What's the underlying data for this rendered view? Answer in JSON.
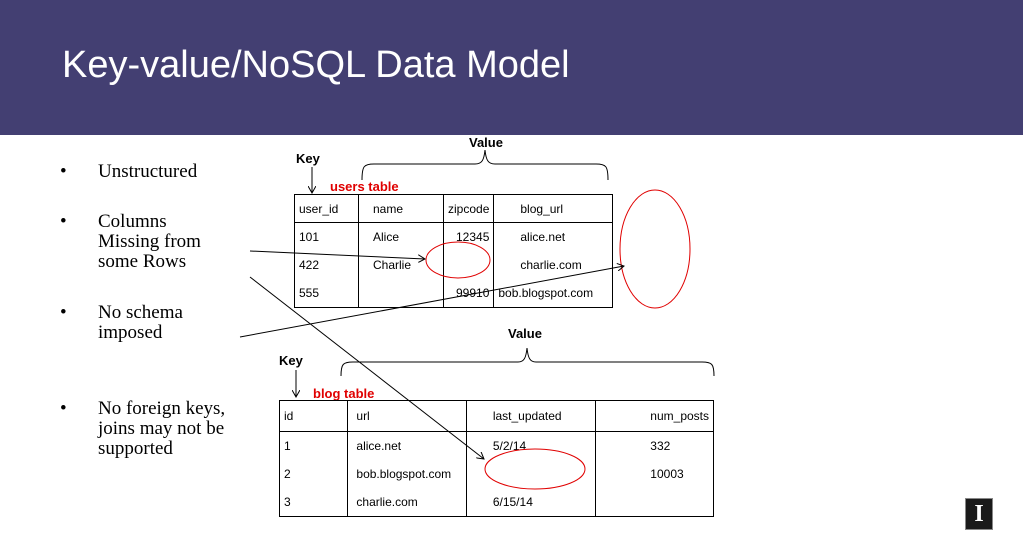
{
  "slide": {
    "title": "Key-value/NoSQL Data Model",
    "bullet_char": "•",
    "bullets": [
      "Unstructured",
      "Columns Missing from some Rows",
      "No schema imposed",
      "No foreign keys, joins may not be supported"
    ]
  },
  "users_section": {
    "key_label": "Key",
    "value_label": "Value",
    "table_title": "users table",
    "headers": [
      "user_id",
      "name",
      "zipcode",
      "blog_url"
    ],
    "rows": [
      [
        "101",
        "Alice",
        "12345",
        "alice.net"
      ],
      [
        "422",
        "Charlie",
        "",
        "charlie.com"
      ],
      [
        "555",
        "",
        "99910",
        "bob.blogspot.com"
      ]
    ]
  },
  "blog_section": {
    "key_label": "Key",
    "value_label": "Value",
    "table_title": "blog table",
    "headers": [
      "id",
      "url",
      "last_updated",
      "num_posts"
    ],
    "rows": [
      [
        "1",
        "alice.net",
        "5/2/14",
        "332"
      ],
      [
        "2",
        "bob.blogspot.com",
        "",
        "10003"
      ],
      [
        "3",
        "charlie.com",
        "6/15/14",
        ""
      ]
    ]
  },
  "logo": {
    "letter": "I"
  },
  "colors": {
    "header_bg": "#433f72",
    "annotation_red": "#e00000"
  }
}
